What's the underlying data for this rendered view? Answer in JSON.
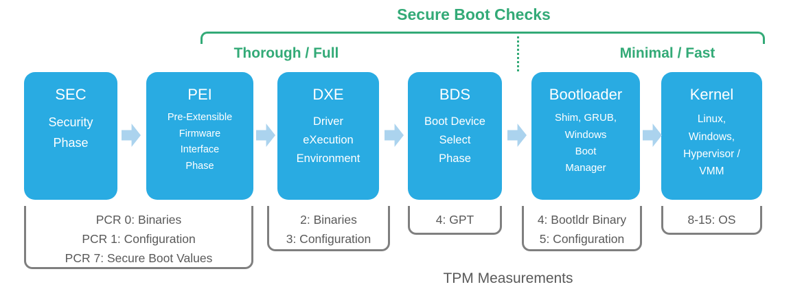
{
  "title": "Secure Boot Checks",
  "bracket": {
    "left_label": "Thorough / Full",
    "right_label": "Minimal / Fast"
  },
  "phases": [
    {
      "name": "SEC",
      "desc": "Security\nPhase"
    },
    {
      "name": "PEI",
      "desc": "Pre-Extensible\nFirmware\nInterface\nPhase"
    },
    {
      "name": "DXE",
      "desc": "Driver\neXecution\nEnvironment"
    },
    {
      "name": "BDS",
      "desc": "Boot Device\nSelect\nPhase"
    },
    {
      "name": "Bootloader",
      "desc": "Shim, GRUB,\nWindows\nBoot\nManager"
    },
    {
      "name": "Kernel",
      "desc": "Linux,\nWindows,\nHypervisor /\nVMM"
    }
  ],
  "measurements": [
    {
      "lines": [
        "PCR 0: Binaries",
        "PCR 1: Configuration",
        "PCR 7: Secure Boot Values"
      ]
    },
    {
      "lines": [
        "2: Binaries",
        "3: Configuration"
      ]
    },
    {
      "lines": [
        "4: GPT"
      ]
    },
    {
      "lines": [
        "4: Bootldr Binary",
        "5: Configuration"
      ]
    },
    {
      "lines": [
        "8-15: OS"
      ]
    }
  ],
  "footer": "TPM Measurements",
  "colors": {
    "box_blue": "#29ABE2",
    "arrow_blue": "#ABD3EE",
    "green": "#33AA77",
    "bracket_gray": "#7F7F7F",
    "text_gray": "#595959"
  }
}
